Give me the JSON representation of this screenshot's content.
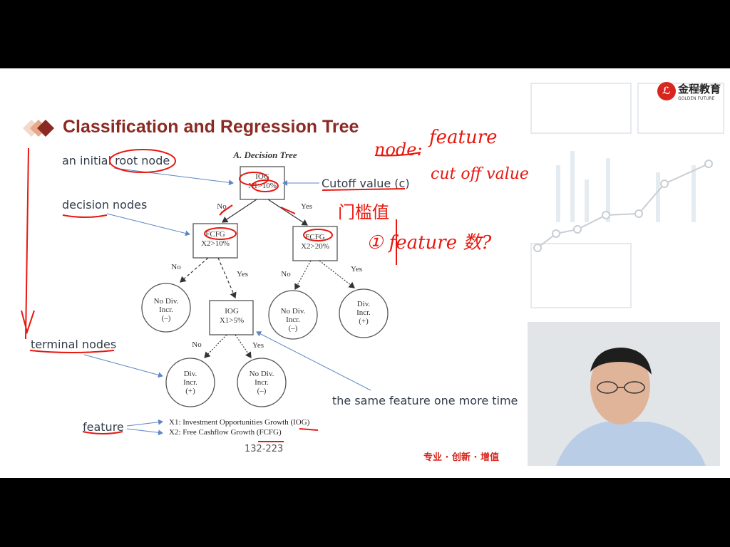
{
  "slide": {
    "title": "Classification and Regression Tree",
    "labels": {
      "root": "an initial root node",
      "decision": "decision nodes",
      "terminal": "terminal nodes",
      "feature": "feature",
      "cutoff": "Cutoff value (c)",
      "same_feature": "the same feature one more time"
    },
    "tree": {
      "title": "A. Decision Tree",
      "root": [
        "IOG",
        "X1>10%"
      ],
      "left": [
        "FCFG",
        "X2>10%"
      ],
      "right": [
        "FCFG",
        "X2>20%"
      ],
      "mid": [
        "IOG",
        "X1>5%"
      ],
      "no": "No",
      "yes": "Yes",
      "leaf_no_div": [
        "No Div.",
        "Incr.",
        "(–)"
      ],
      "leaf_div": [
        "Div.",
        "Incr.",
        "(+)"
      ]
    },
    "legend": [
      "X1: Investment Opportunities Growth (IOG)",
      "X2: Free Cashflow Growth (FCFG)"
    ],
    "page_number": "132-223",
    "slogan": "专业 · 创新 · 增值",
    "logo": {
      "cn": "金程教育",
      "en": "GOLDEN FUTURE"
    }
  },
  "annotations": {
    "node": "node:",
    "feature": "feature",
    "cutoff": "cut off value",
    "threshold_cn": "门槛值",
    "question": "① feature 数?"
  },
  "colors": {
    "title": "#8b2a22",
    "ink": "#e8170f",
    "arrow": "#5b86c5"
  }
}
